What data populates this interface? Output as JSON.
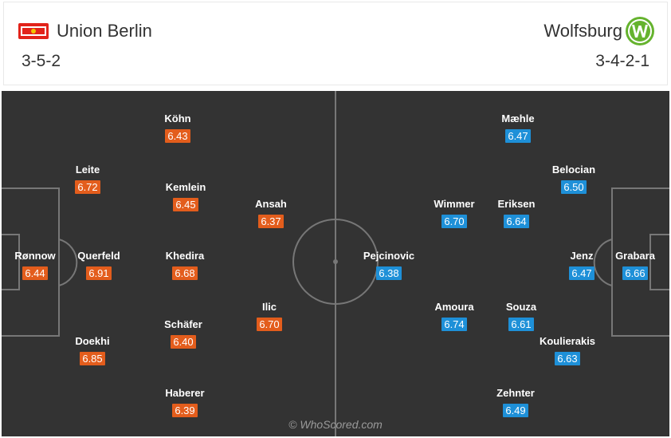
{
  "home": {
    "name": "Union Berlin",
    "formation": "3-5-2",
    "color": "#e35d1c",
    "logo_icon": "union-berlin-crest",
    "players": [
      {
        "name": "Rønnow",
        "rating": "6.44"
      },
      {
        "name": "Leite",
        "rating": "6.72"
      },
      {
        "name": "Querfeld",
        "rating": "6.91"
      },
      {
        "name": "Doekhi",
        "rating": "6.85"
      },
      {
        "name": "Köhn",
        "rating": "6.43"
      },
      {
        "name": "Kemlein",
        "rating": "6.45"
      },
      {
        "name": "Khedira",
        "rating": "6.68"
      },
      {
        "name": "Schäfer",
        "rating": "6.40"
      },
      {
        "name": "Haberer",
        "rating": "6.39"
      },
      {
        "name": "Ansah",
        "rating": "6.37"
      },
      {
        "name": "Ilic",
        "rating": "6.70"
      }
    ]
  },
  "away": {
    "name": "Wolfsburg",
    "formation": "3-4-2-1",
    "color": "#1e90d8",
    "logo_icon": "wolfsburg-crest",
    "players": [
      {
        "name": "Grabara",
        "rating": "6.66"
      },
      {
        "name": "Belocian",
        "rating": "6.50"
      },
      {
        "name": "Jenz",
        "rating": "6.47"
      },
      {
        "name": "Koulierakis",
        "rating": "6.63"
      },
      {
        "name": "Mæhle",
        "rating": "6.47"
      },
      {
        "name": "Eriksen",
        "rating": "6.64"
      },
      {
        "name": "Souza",
        "rating": "6.61"
      },
      {
        "name": "Zehnter",
        "rating": "6.49"
      },
      {
        "name": "Wimmer",
        "rating": "6.70"
      },
      {
        "name": "Amoura",
        "rating": "6.74"
      },
      {
        "name": "Pejcinovic",
        "rating": "6.38"
      }
    ]
  },
  "watermark": "© WhoScored.com"
}
